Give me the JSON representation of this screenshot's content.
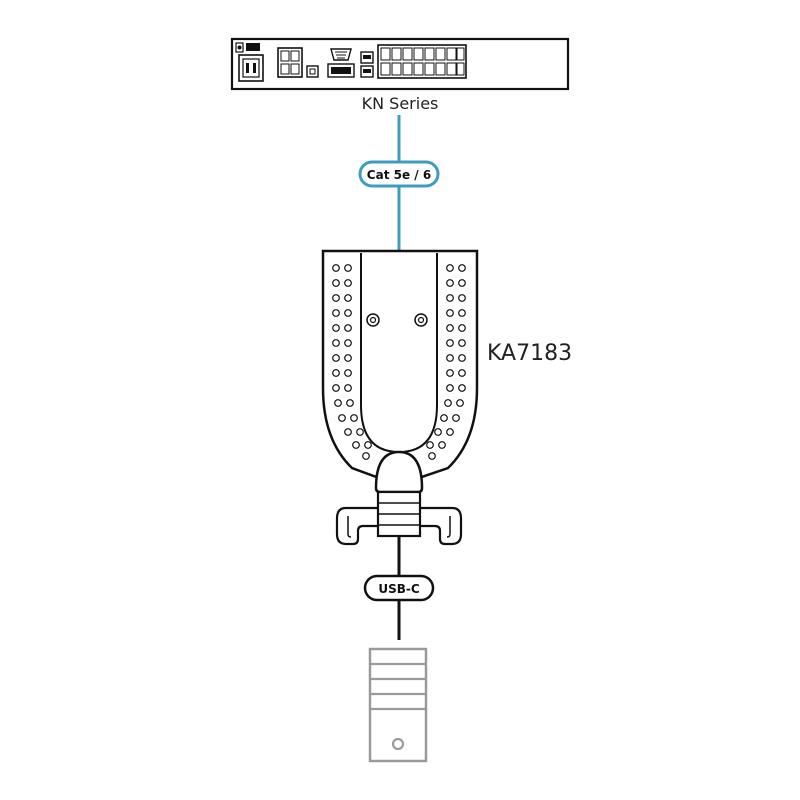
{
  "devices": {
    "switch": {
      "label": "KN Series",
      "icon": "kvm-switch-icon"
    },
    "adapter": {
      "label": "KA7183",
      "icon": "usb-c-adapter-icon"
    },
    "computer": {
      "icon": "computer-tower-icon"
    }
  },
  "cables": {
    "network": {
      "label": "Cat 5e / 6",
      "color": "#3f9cbf"
    },
    "usb": {
      "label": "USB-C",
      "color": "#111111"
    }
  },
  "colors": {
    "outline": "#111111",
    "computer": "#9a9a9a",
    "label_text": "#222222"
  }
}
